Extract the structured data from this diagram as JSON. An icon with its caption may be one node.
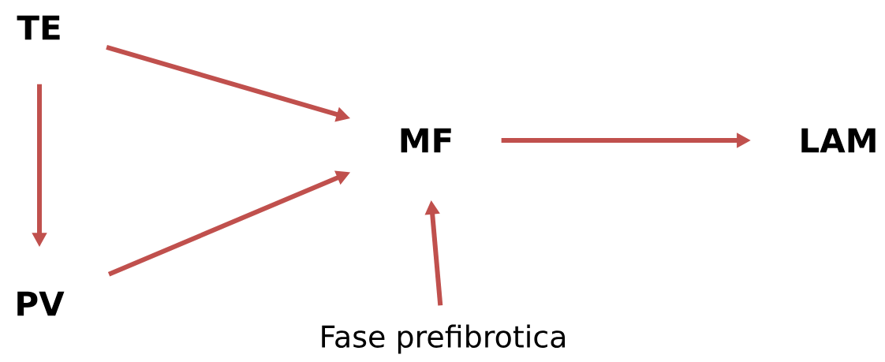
{
  "diagram": {
    "nodes": [
      {
        "text": [
          "TE"
        ]
      },
      {
        "text": [
          "PV"
        ]
      },
      {
        "text": [
          "MF"
        ]
      },
      {
        "text": [
          "LAM"
        ]
      },
      {
        "text": [
          "Fase prefibrotica"
        ]
      }
    ],
    "edges": [
      {
        "from": 0,
        "to": 1,
        "arrow": "to"
      },
      {
        "from": 0,
        "to": 2,
        "arrow": "to"
      },
      {
        "from": 1,
        "to": 2,
        "arrow": "to"
      },
      {
        "from": 2,
        "to": 3,
        "arrow": "to"
      },
      {
        "from": 4,
        "to": 2,
        "arrow": "to"
      }
    ]
  }
}
